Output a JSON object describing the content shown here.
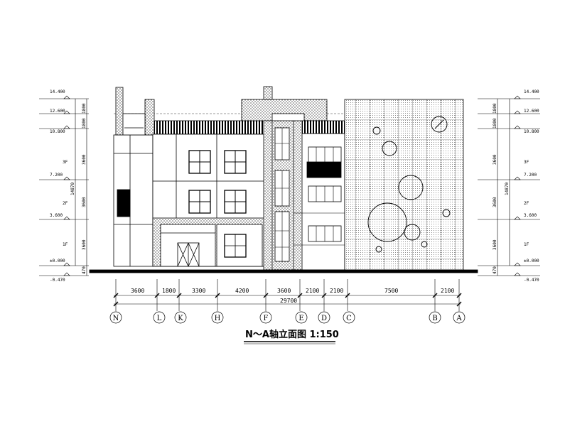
{
  "title": "N～A轴立面图 1:150",
  "levels_left": [
    "14.400",
    "12.600",
    "10.800",
    "7.200",
    "3.600",
    "±0.000",
    "-0.470"
  ],
  "levels_right": [
    "14.400",
    "12.600",
    "10.800",
    "7.200",
    "3.600",
    "±0.000",
    "-0.470"
  ],
  "floor_labels": [
    "3F",
    "2F",
    "1F"
  ],
  "story_dims": [
    "1800",
    "1800",
    "3600",
    "3600",
    "3600"
  ],
  "total_height": "14870",
  "base_dim": "470",
  "bay_dims": [
    "3600",
    "1800",
    "3300",
    "4200",
    "3600",
    "2100",
    "2100",
    "7500",
    "2100"
  ],
  "total_width": "29700",
  "axes": [
    "N",
    "L",
    "K",
    "H",
    "F",
    "E",
    "D",
    "C",
    "B",
    "A"
  ]
}
